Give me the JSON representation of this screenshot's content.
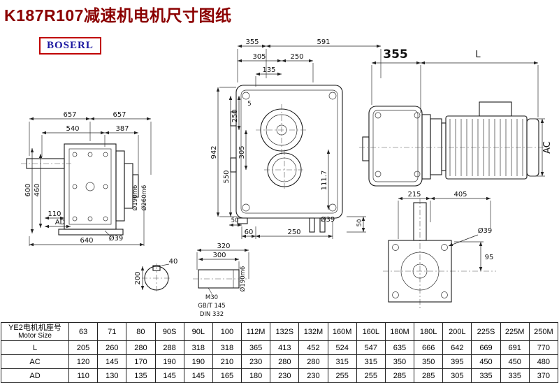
{
  "colors": {
    "title": "#8b0000",
    "logoText": "#1a16a0",
    "logoBorder": "#c00000"
  },
  "header": {
    "title": "K187R107减速机电机尺寸图纸",
    "logo": "BOSERL"
  },
  "dims": {
    "left": {
      "a657": "657",
      "b657": "657",
      "d540": "540",
      "d387": "387",
      "d600": "600",
      "d460": "460",
      "d110": "110",
      "dAD": "AD",
      "d640": "640",
      "d39": "Ø39",
      "d190": "Ø190m6",
      "d260": "Ø260m6"
    },
    "front": {
      "d355": "355",
      "d591": "591",
      "d305": "305",
      "d250": "250",
      "d135": "135",
      "d942": "942",
      "d5": "5",
      "v250": "250",
      "v305": "305",
      "v550": "550",
      "v1117": "111.7",
      "d50a": "50",
      "d60": "60",
      "b250": "250",
      "d39": "Ø39",
      "d50b": "50"
    },
    "assembly": {
      "d355": "355",
      "dL": "L",
      "dAC": "AC",
      "d215": "215",
      "d405": "405",
      "d39": "Ø39",
      "d95": "95"
    },
    "detail": {
      "d40": "40",
      "d200": "200",
      "d320": "320",
      "d300": "300",
      "m30": "M30",
      "gbt": "GB/T 145",
      "din": "DIN 332",
      "d190": "Ø190m6"
    }
  },
  "table": {
    "headerZh": "YE2电机机座号",
    "headerEn": "Motor Size",
    "columns": [
      "63",
      "71",
      "80",
      "90S",
      "90L",
      "100",
      "112M",
      "132S",
      "132M",
      "160M",
      "160L",
      "180M",
      "180L",
      "200L",
      "225S",
      "225M",
      "250M"
    ],
    "rows": [
      {
        "label": "L",
        "values": [
          "205",
          "260",
          "280",
          "288",
          "318",
          "318",
          "365",
          "413",
          "452",
          "524",
          "547",
          "635",
          "666",
          "642",
          "669",
          "691",
          "770"
        ]
      },
      {
        "label": "AC",
        "values": [
          "120",
          "145",
          "170",
          "190",
          "190",
          "210",
          "230",
          "280",
          "280",
          "315",
          "315",
          "350",
          "350",
          "395",
          "450",
          "450",
          "480"
        ]
      },
      {
        "label": "AD",
        "values": [
          "110",
          "130",
          "135",
          "145",
          "145",
          "165",
          "180",
          "230",
          "230",
          "255",
          "255",
          "285",
          "285",
          "305",
          "335",
          "335",
          "370"
        ]
      }
    ]
  }
}
